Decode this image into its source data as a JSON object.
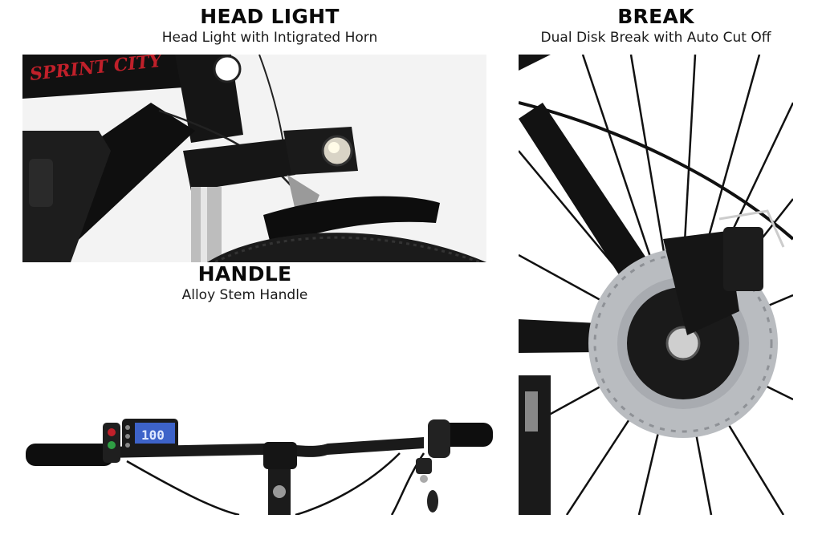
{
  "sections": {
    "headlight": {
      "title": "HEAD LIGHT",
      "subtitle": "Head Light with Intigrated Horn",
      "frame_brand": "SPRINT CITY"
    },
    "brake": {
      "title": "BREAK",
      "subtitle": "Dual Disk Break with Auto Cut Off"
    },
    "handle": {
      "title": "HANDLE",
      "subtitle": "Alloy Stem Handle",
      "display_reading": "100"
    }
  },
  "colors": {
    "background": "#ffffff",
    "frame_black": "#111111",
    "brand_red": "#c0202a",
    "display_blue": "#3d63c9",
    "rotor_silver": "#b9bcc0"
  }
}
